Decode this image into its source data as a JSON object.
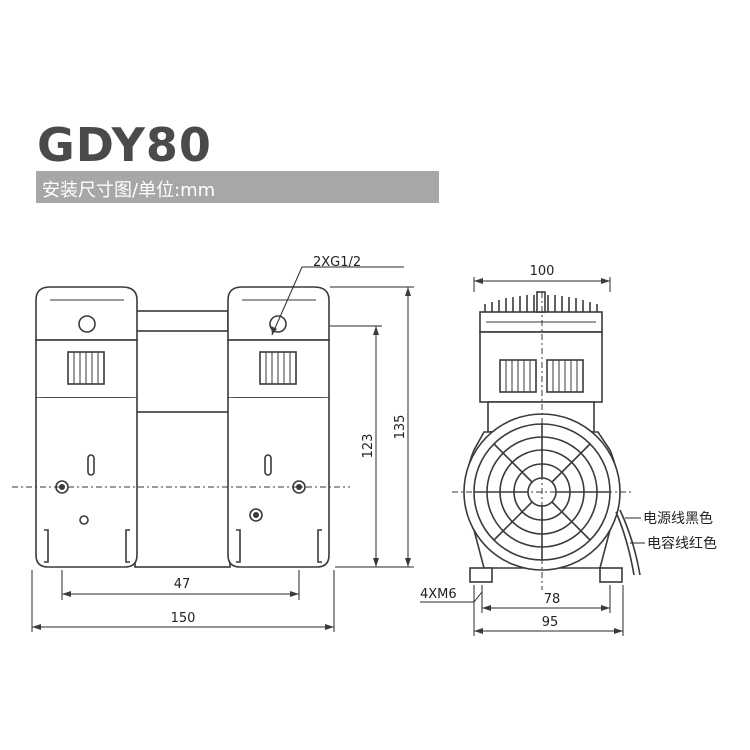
{
  "title": "GDY80",
  "subtitle": "安装尺寸图/单位:mm",
  "labels": {
    "port": "2XG1/2",
    "dim_135": "135",
    "dim_123": "123",
    "dim_47": "47",
    "dim_150": "150",
    "dim_100": "100",
    "dim_78": "78",
    "dim_95": "95",
    "mount": "4XM6",
    "wire_black": "电源线黑色",
    "wire_red": "电容线红色"
  },
  "colors": {
    "line": "#3a3a3a",
    "band": "#a7a7a7"
  }
}
